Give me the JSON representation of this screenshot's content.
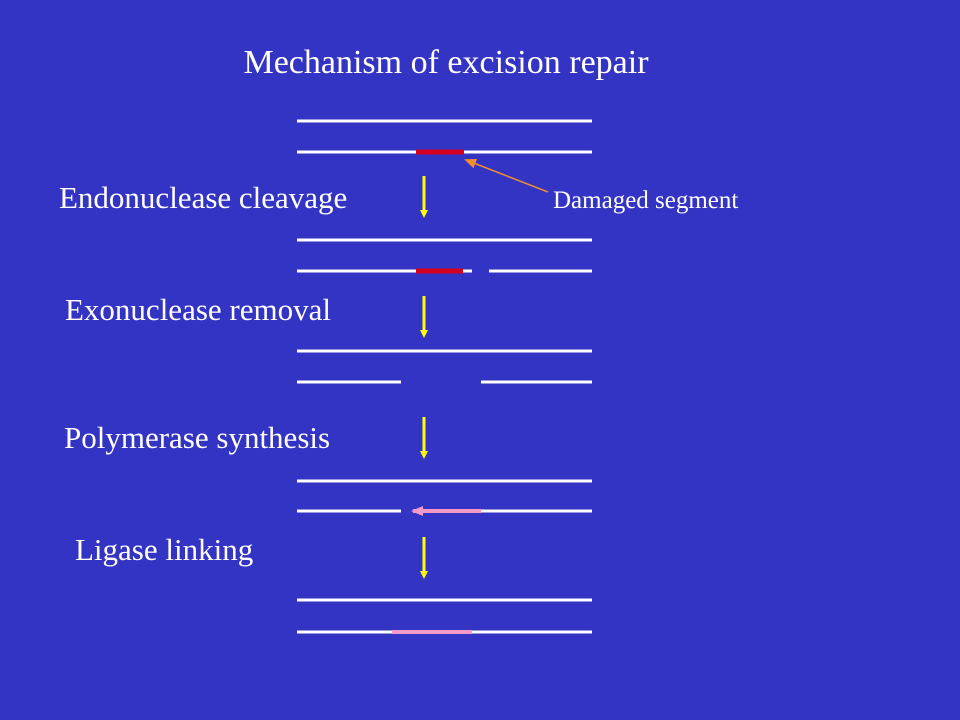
{
  "title": "Mechanism of excision repair",
  "steps": [
    "Endonuclease cleavage",
    "Exonuclease removal",
    "Polymerase synthesis",
    "Ligase linking"
  ],
  "annotation": "Damaged segment",
  "colors": {
    "background": "#3333c4",
    "strand": "#ffffff",
    "damaged": "#d4001e",
    "new_dna": "#f39ac9",
    "step_arrow": "#ffff00",
    "pointer": "#f28c30"
  }
}
